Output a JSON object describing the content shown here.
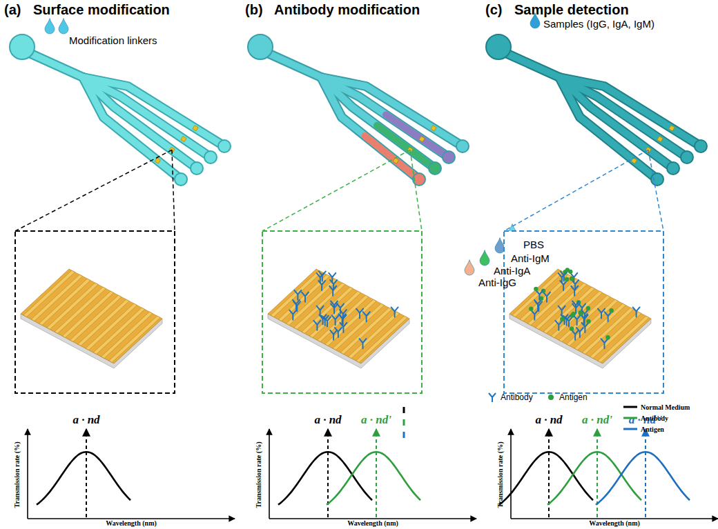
{
  "diagram": {
    "labels": [
      "(a)",
      "Surface modification",
      "Modification linkers",
      "(b)",
      "Antibody modification",
      "PBS",
      "Anti-IgM",
      "Anti-IgA",
      "Anti-IgG",
      "(c)",
      "Sample detection",
      "Samples (IgG, IgA, IgM)",
      "a · nd",
      "Transmission rate (%)",
      "Wavelength (nm)",
      "a · nd",
      "a · nd'",
      "Transmission rate (%)",
      "Wavelength (nm)",
      "a · nd",
      "a · nd'",
      "a · nd''",
      "Transmission rate (%)",
      "Wavelength (nm)"
    ],
    "legend": [
      {
        "text": "Antibody"
      },
      {
        "text": "Antigen"
      },
      {
        "text": "Normal Medium"
      },
      {
        "text": "Antibody"
      },
      {
        "text": "Antigen"
      }
    ]
  }
}
